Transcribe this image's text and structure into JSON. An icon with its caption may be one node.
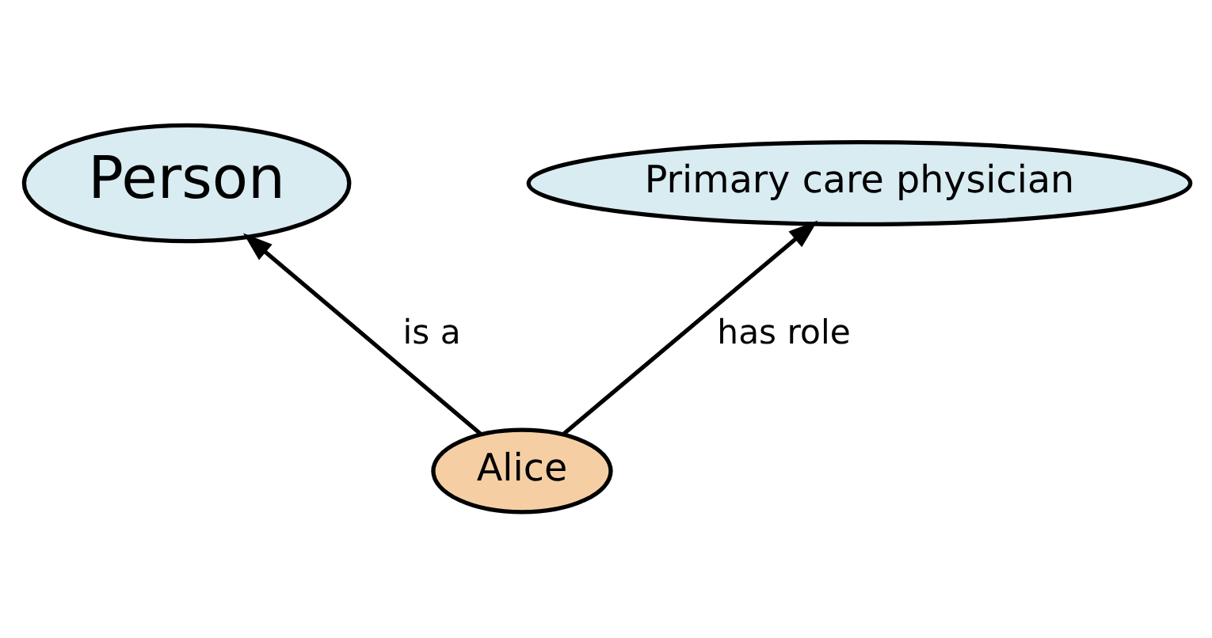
{
  "diagram": {
    "nodes": [
      {
        "text": [
          "Person"
        ]
      },
      {
        "text": [
          "Primary care physician"
        ]
      },
      {
        "text": [
          "Alice"
        ]
      }
    ],
    "edges": [
      {
        "from": 2,
        "to": 0,
        "arrow": "to",
        "label": "is a"
      },
      {
        "from": 2,
        "to": 1,
        "arrow": "to",
        "label": "has role"
      }
    ]
  }
}
